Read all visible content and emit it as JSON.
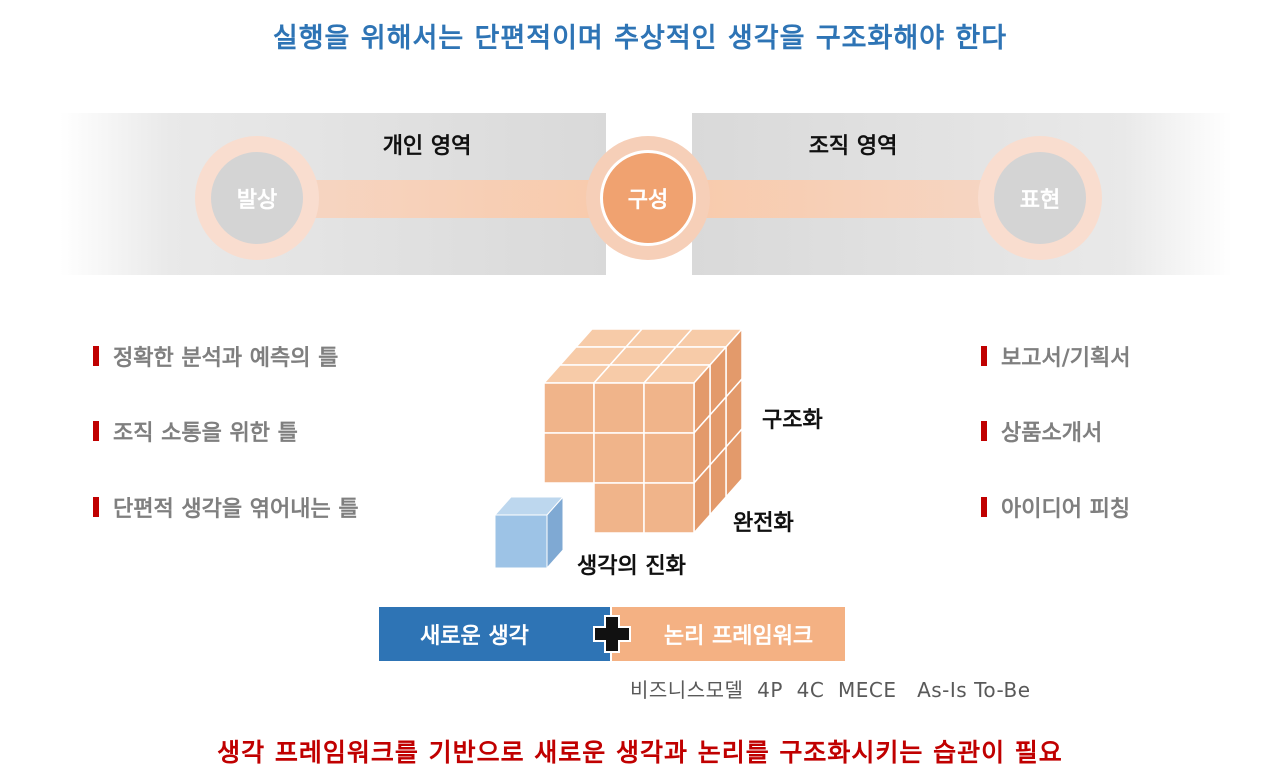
{
  "title": "실행을 위해서는 단편적이며 추상적인 생각을 구조화해야 한다",
  "zones": {
    "personal": "개인 영역",
    "organization": "조직 영역"
  },
  "stages": {
    "left": "발상",
    "center": "구성",
    "right": "표현"
  },
  "left_list": [
    "정확한 분석과 예측의 틀",
    "조직 소통을 위한 틀",
    "단편적 생각을 엮어내는 틀"
  ],
  "right_list": [
    "보고서/기획서",
    "상품소개서",
    "아이디어 피칭"
  ],
  "cube_labels": {
    "structuring": "구조화",
    "completion": "완전화",
    "evolution": "생각의 진화"
  },
  "formula": {
    "new_thinking": "새로운 생각",
    "logic_framework": "논리 프레임워크"
  },
  "frameworks": "비즈니스모델  4P  4C  MECE   As-Is To-Be",
  "conclusion": "생각 프레임워크를 기반으로 새로운 생각과 논리를 구조화시키는 습관이 필요",
  "colors": {
    "title_blue": "#2e74b5",
    "accent_red": "#c00000",
    "orange": "#f4b183",
    "cube_orange": "#f0b48a",
    "cube_blue": "#9dc3e6"
  }
}
